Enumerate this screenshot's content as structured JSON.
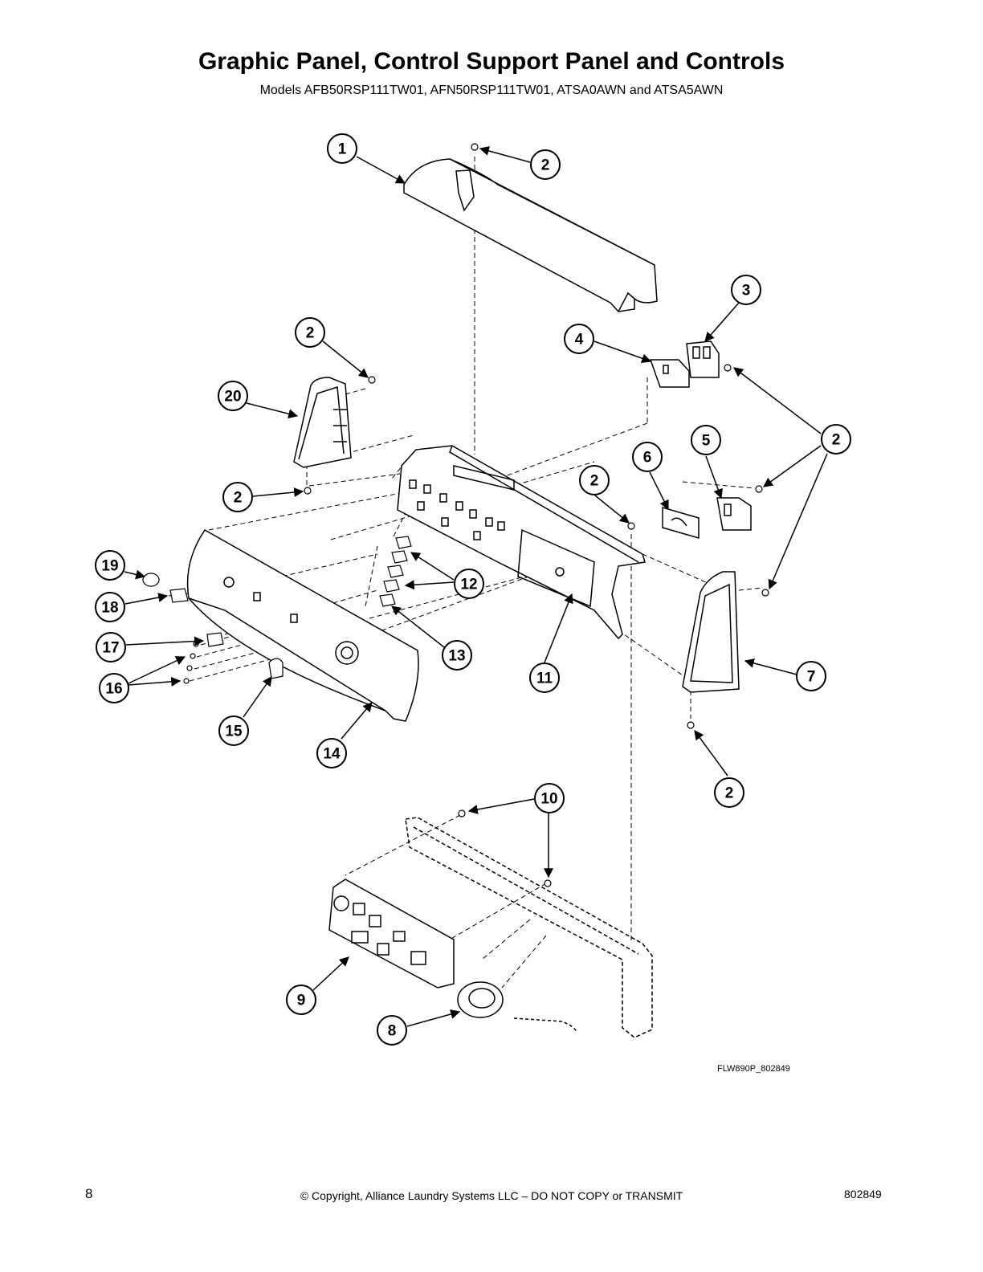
{
  "header": {
    "title": "Graphic Panel, Control Support Panel and Controls",
    "subtitle": "Models AFB50RSP111TW01, AFN50RSP111TW01, ATSA0AWN and ATSA5AWN"
  },
  "callouts": {
    "c1": "1",
    "c2a": "2",
    "c2b": "2",
    "c2c": "2",
    "c2d": "2",
    "c2e": "2",
    "c2f": "2",
    "c3": "3",
    "c4": "4",
    "c5": "5",
    "c6": "6",
    "c7": "7",
    "c8": "8",
    "c9": "9",
    "c10": "10",
    "c11": "11",
    "c12": "12",
    "c13": "13",
    "c14": "14",
    "c15": "15",
    "c16": "16",
    "c17": "17",
    "c18": "18",
    "c19": "19",
    "c20": "20"
  },
  "footer": {
    "drawing_id": "FLW890P_802849",
    "page_number": "8",
    "copyright": "© Copyright, Alliance Laundry Systems LLC – DO NOT COPY or TRANSMIT",
    "doc_number": "802849"
  }
}
